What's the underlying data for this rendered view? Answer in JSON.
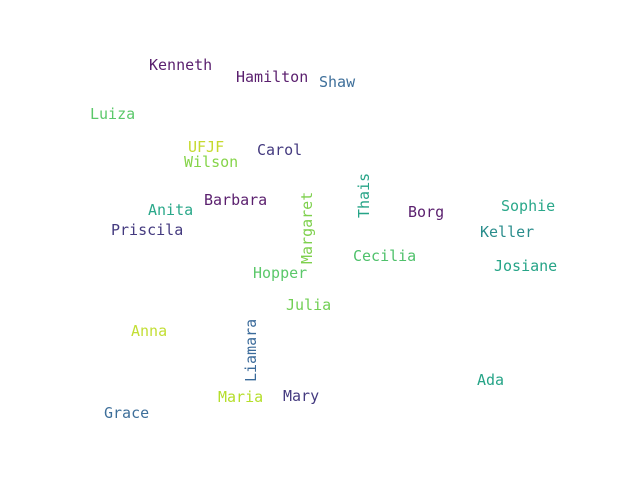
{
  "words": [
    {
      "text": "Kenneth",
      "color": "#5a1f6e"
    },
    {
      "text": "Hamilton",
      "color": "#5a1f6e"
    },
    {
      "text": "Shaw",
      "color": "#3e6f9a"
    },
    {
      "text": "Luiza",
      "color": "#5bc86a"
    },
    {
      "text": "UFJF",
      "color": "#c6d92e"
    },
    {
      "text": "Wilson",
      "color": "#86d44a"
    },
    {
      "text": "Carol",
      "color": "#443a7f"
    },
    {
      "text": "Barbara",
      "color": "#5a1f6e"
    },
    {
      "text": "Anita",
      "color": "#2aa88a"
    },
    {
      "text": "Priscila",
      "color": "#443a7f"
    },
    {
      "text": "Margaret",
      "color": "#7ed04d"
    },
    {
      "text": "Thais",
      "color": "#26a487"
    },
    {
      "text": "Borg",
      "color": "#5a1f6e"
    },
    {
      "text": "Sophie",
      "color": "#2aa88a"
    },
    {
      "text": "Keller",
      "color": "#2a8d8c"
    },
    {
      "text": "Cecilia",
      "color": "#4fc16b"
    },
    {
      "text": "Josiane",
      "color": "#26a487"
    },
    {
      "text": "Hopper",
      "color": "#5bc86a"
    },
    {
      "text": "Julia",
      "color": "#72cf55"
    },
    {
      "text": "Anna",
      "color": "#c2de34"
    },
    {
      "text": "Liamara",
      "color": "#3a6a9a"
    },
    {
      "text": "Ada",
      "color": "#26a487"
    },
    {
      "text": "Maria",
      "color": "#b5de2b"
    },
    {
      "text": "Mary",
      "color": "#443a7f"
    },
    {
      "text": "Grace",
      "color": "#3e6f9a"
    }
  ]
}
